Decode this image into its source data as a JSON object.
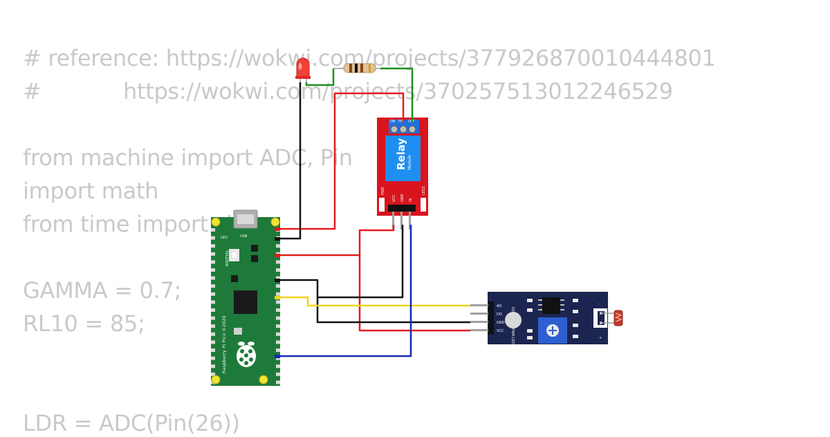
{
  "code_lines": [
    "# reference: https://wokwi.com/projects/377926870010444801",
    "#            https://wokwi.com/projects/370257513012246529",
    "",
    "from machine import ADC, Pin",
    "import math",
    "from time import sleep",
    "",
    "GAMMA = 0.7;",
    "RL10 = 85;",
    "",
    "",
    "LDR = ADC(Pin(26))"
  ],
  "relay": {
    "title": "Relay",
    "subtitle": "Module",
    "top_pins": [
      "ON",
      "PIN",
      "OFF"
    ],
    "bottom_pins": [
      "VCC",
      "GND",
      "IN"
    ],
    "pwr_label": "PWR",
    "led_label": "LED1"
  },
  "pico": {
    "brand": "Raspberry Pi Pico ©2020",
    "usb_label": "USB",
    "led_label": "LED",
    "bootsel_label": "BOOTSEL"
  },
  "ldr_module": {
    "pins": [
      "AO",
      "DO",
      "GND",
      "VCC"
    ],
    "do_led_label": "DO LED",
    "pwr_led_label": "PWR LED",
    "polarity": [
      "-",
      "+"
    ]
  },
  "colors": {
    "wire_red": "#e31b1b",
    "wire_black": "#111111",
    "wire_green": "#1a8f1a",
    "wire_yellow": "#f2d21b",
    "wire_blue": "#1029b5",
    "pico_green": "#1e7a3a",
    "relay_red": "#d9141e",
    "relay_blue": "#1e8ff0",
    "ldr_navy": "#1b2550"
  }
}
